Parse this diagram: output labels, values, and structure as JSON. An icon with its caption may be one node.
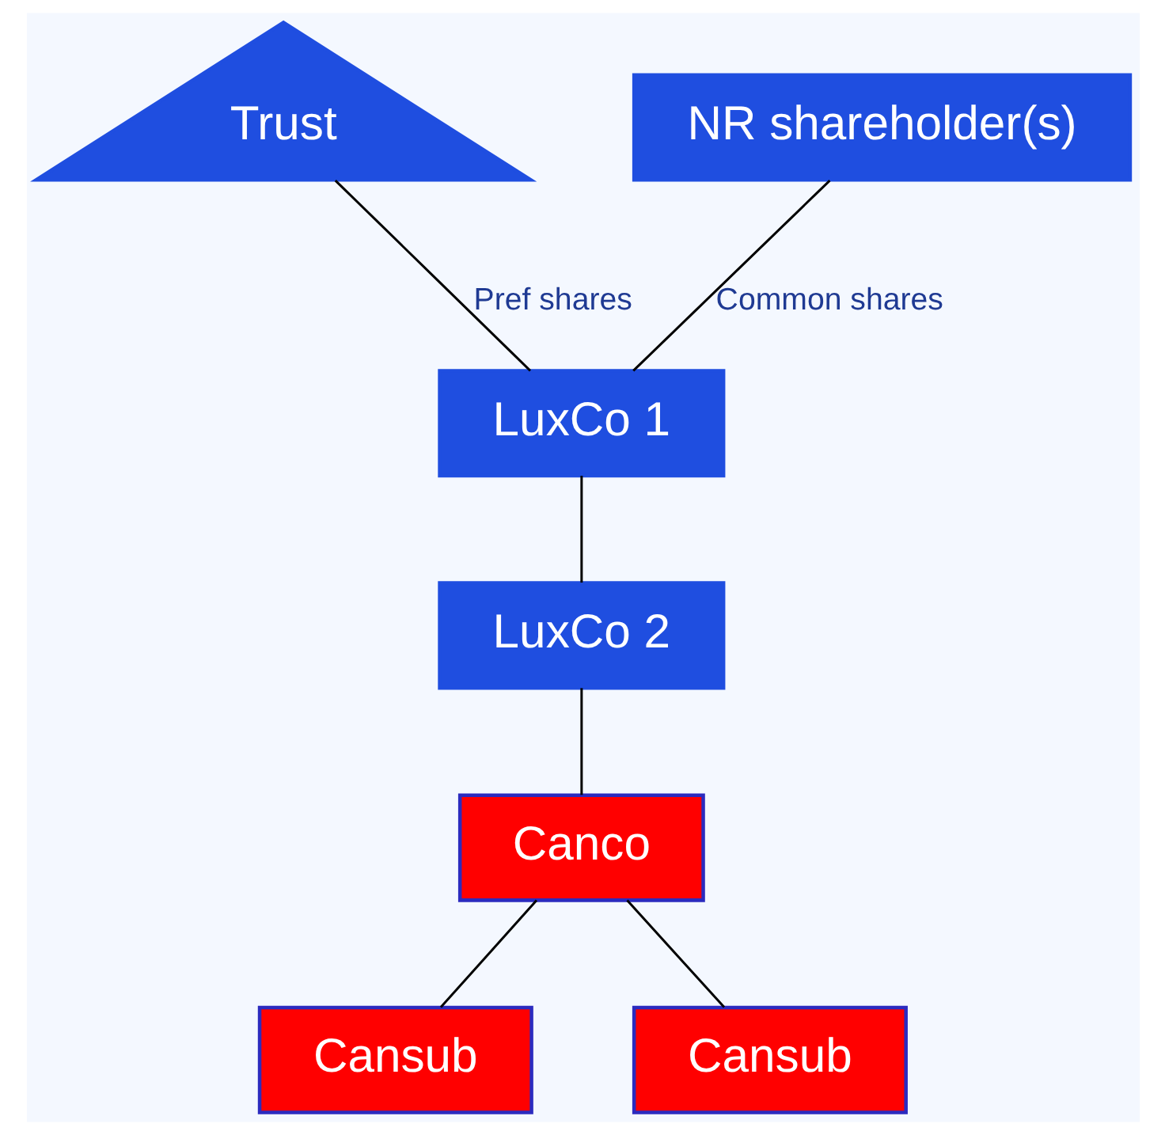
{
  "diagram": {
    "nodes": [
      {
        "text": [
          "Trust"
        ]
      },
      {
        "text": [
          "NR shareholder(s)"
        ]
      },
      {
        "text": [
          "LuxCo 1"
        ]
      },
      {
        "text": [
          "LuxCo 2"
        ]
      },
      {
        "text": [
          "Canco"
        ]
      },
      {
        "text": [
          "Cansub"
        ]
      },
      {
        "text": [
          "Cansub"
        ]
      }
    ],
    "edges": [
      {
        "from": 0,
        "to": 2,
        "arrow": "none",
        "label": "Pref shares"
      },
      {
        "from": 1,
        "to": 2,
        "arrow": "none",
        "label": "Common shares"
      },
      {
        "from": 2,
        "to": 3,
        "arrow": "none"
      },
      {
        "from": 3,
        "to": 4,
        "arrow": "none"
      },
      {
        "from": 4,
        "to": 5,
        "arrow": "none"
      },
      {
        "from": 4,
        "to": 6,
        "arrow": "none"
      }
    ]
  }
}
